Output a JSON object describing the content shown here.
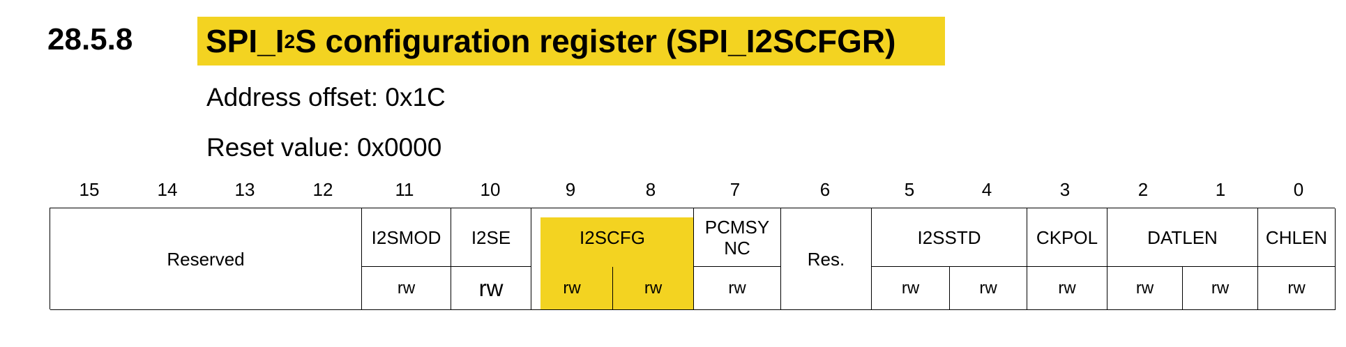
{
  "section": {
    "number": "28.5.8",
    "title_pre": "SPI_I",
    "title_sup": "2",
    "title_post": "S configuration register (SPI_I2SCFGR)",
    "highlight_color": "#f3d321"
  },
  "address_offset": "Address offset: 0x1C",
  "reset_value": "Reset value: 0x0000",
  "bit_numbers": [
    "15",
    "14",
    "13",
    "12",
    "11",
    "10",
    "9",
    "8",
    "7",
    "6",
    "5",
    "4",
    "3",
    "2",
    "1",
    "0"
  ],
  "fields": [
    {
      "name": "Reserved",
      "bits": "15:12"
    },
    {
      "name": "I2SMOD",
      "bits": "11"
    },
    {
      "name": "I2SE",
      "bits": "10"
    },
    {
      "name": "I2SCFG",
      "bits": "9:8",
      "highlighted": true
    },
    {
      "name": "PCMSYNC",
      "line1": "PCMSY",
      "line2": "NC",
      "bits": "7"
    },
    {
      "name": "Res.",
      "bits": "6"
    },
    {
      "name": "I2SSTD",
      "bits": "5:4"
    },
    {
      "name": "CKPOL",
      "bits": "3"
    },
    {
      "name": "DATLEN",
      "bits": "2:1"
    },
    {
      "name": "CHLEN",
      "bits": "0"
    }
  ],
  "access": {
    "b11": "rw",
    "b10": "rw",
    "b9": "rw",
    "b8": "rw",
    "b7": "rw",
    "b5": "rw",
    "b4": "rw",
    "b3": "rw",
    "b2": "rw",
    "b1": "rw",
    "b0": "rw"
  }
}
